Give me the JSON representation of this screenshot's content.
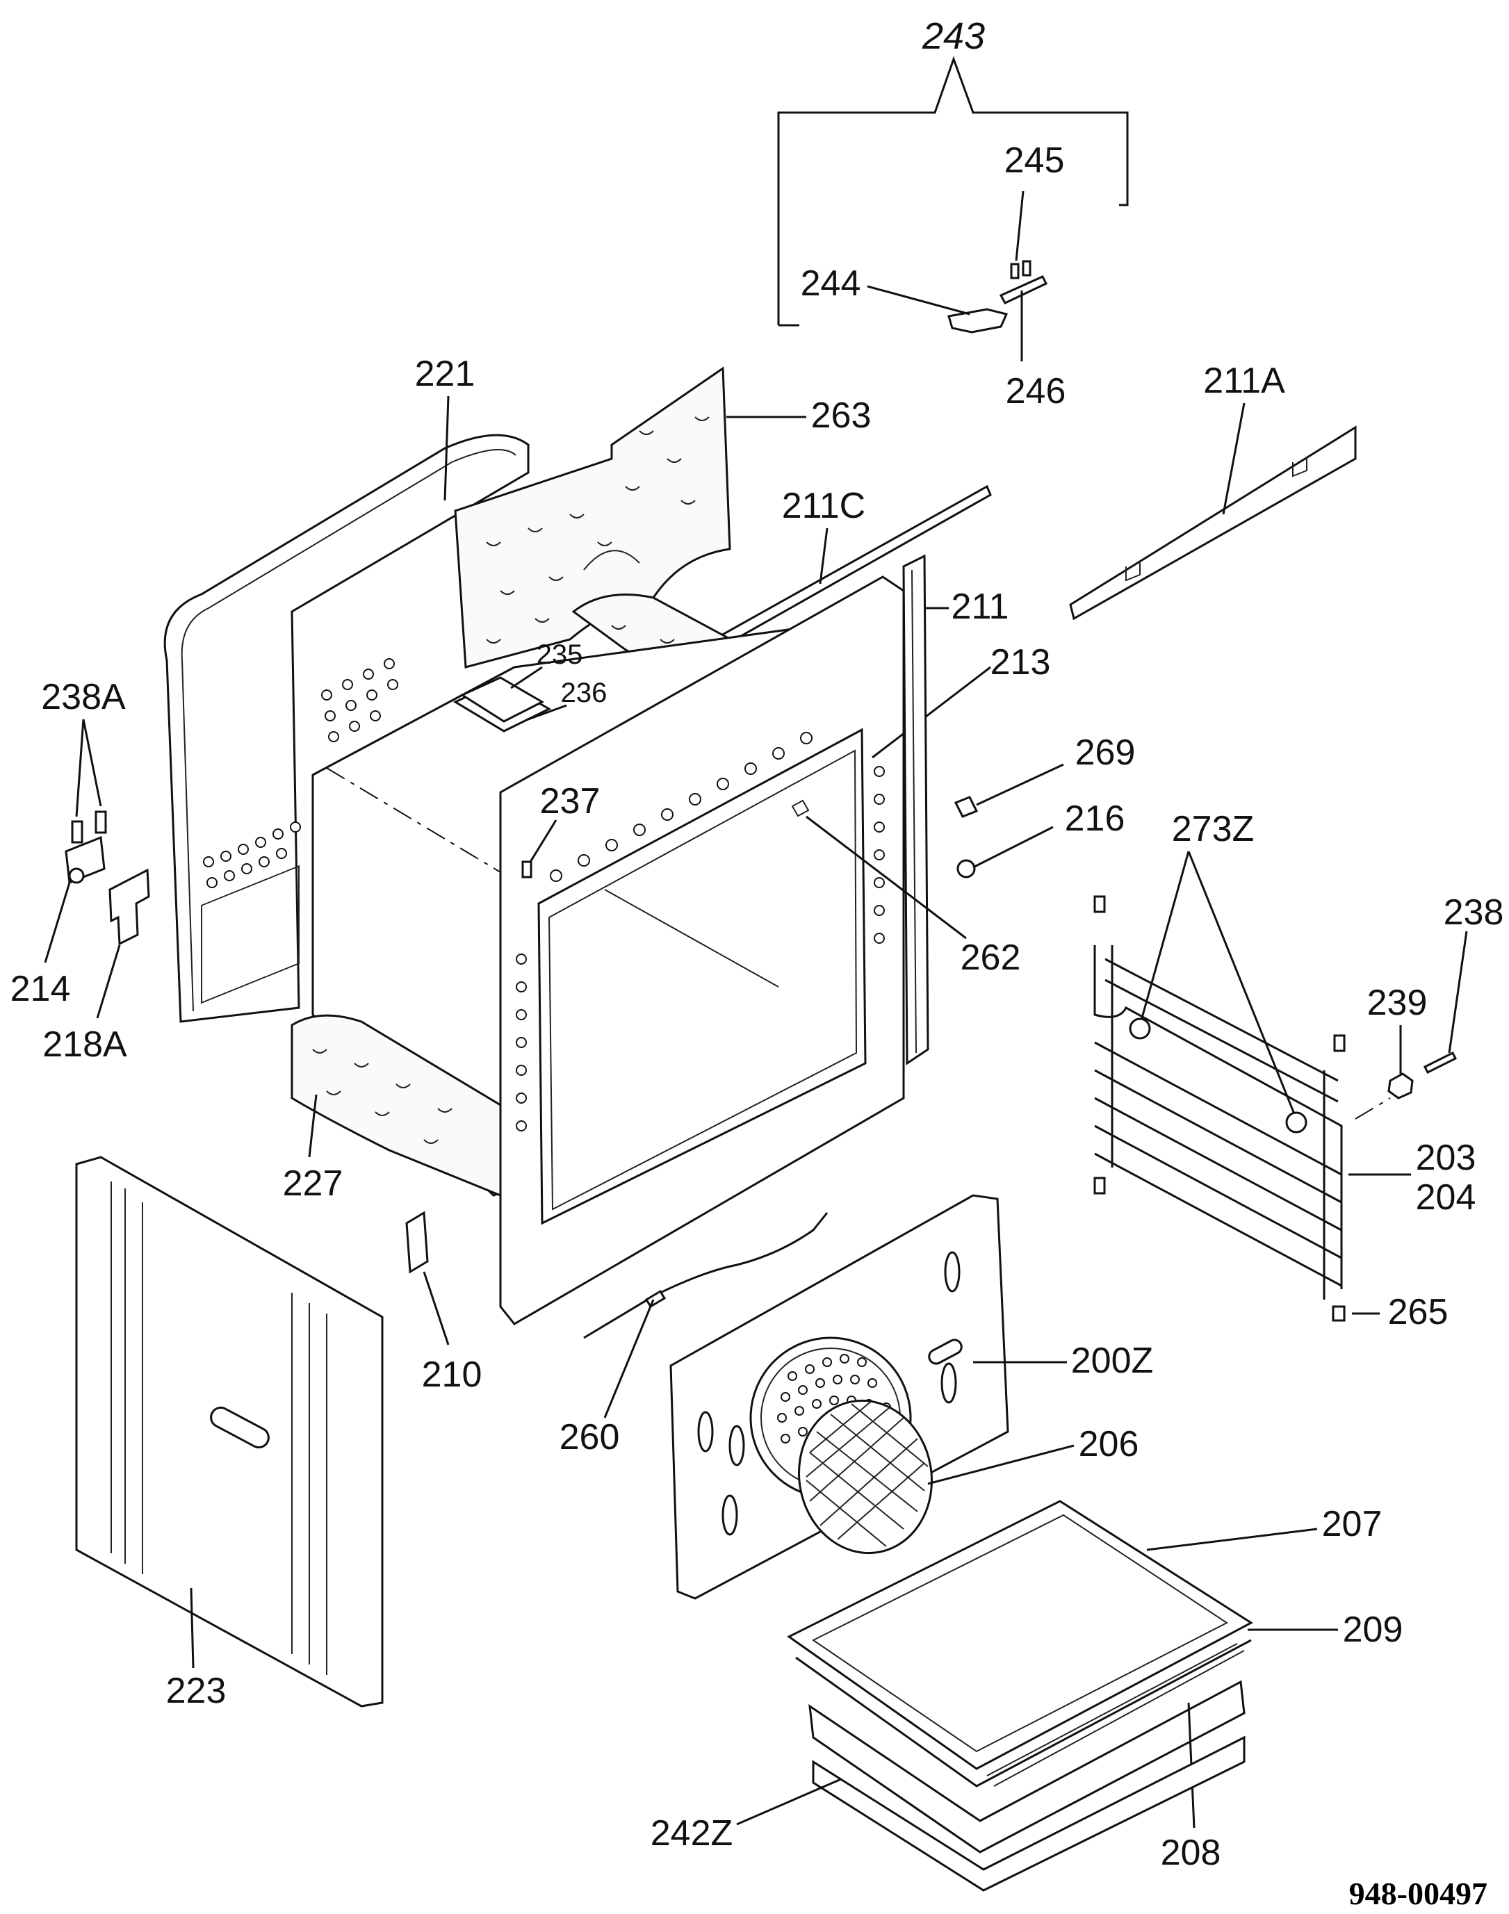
{
  "drawing_code": "948-00497",
  "group_label": "243",
  "labels": {
    "l245": "245",
    "l244": "244",
    "l246": "246",
    "l221": "221",
    "l263": "263",
    "l211A": "211A",
    "l211C": "211C",
    "l211": "211",
    "l213": "213",
    "l235": "235",
    "l236": "236",
    "l238A": "238A",
    "l237": "237",
    "l269": "269",
    "l216": "216",
    "l273Z": "273Z",
    "l238": "238",
    "l214": "214",
    "l262": "262",
    "l239": "239",
    "l218A": "218A",
    "l203": "203",
    "l204": "204",
    "l227": "227",
    "l265": "265",
    "l210": "210",
    "l200Z": "200Z",
    "l260": "260",
    "l206": "206",
    "l207": "207",
    "l209": "209",
    "l223": "223",
    "l242Z": "242Z",
    "l208": "208"
  }
}
